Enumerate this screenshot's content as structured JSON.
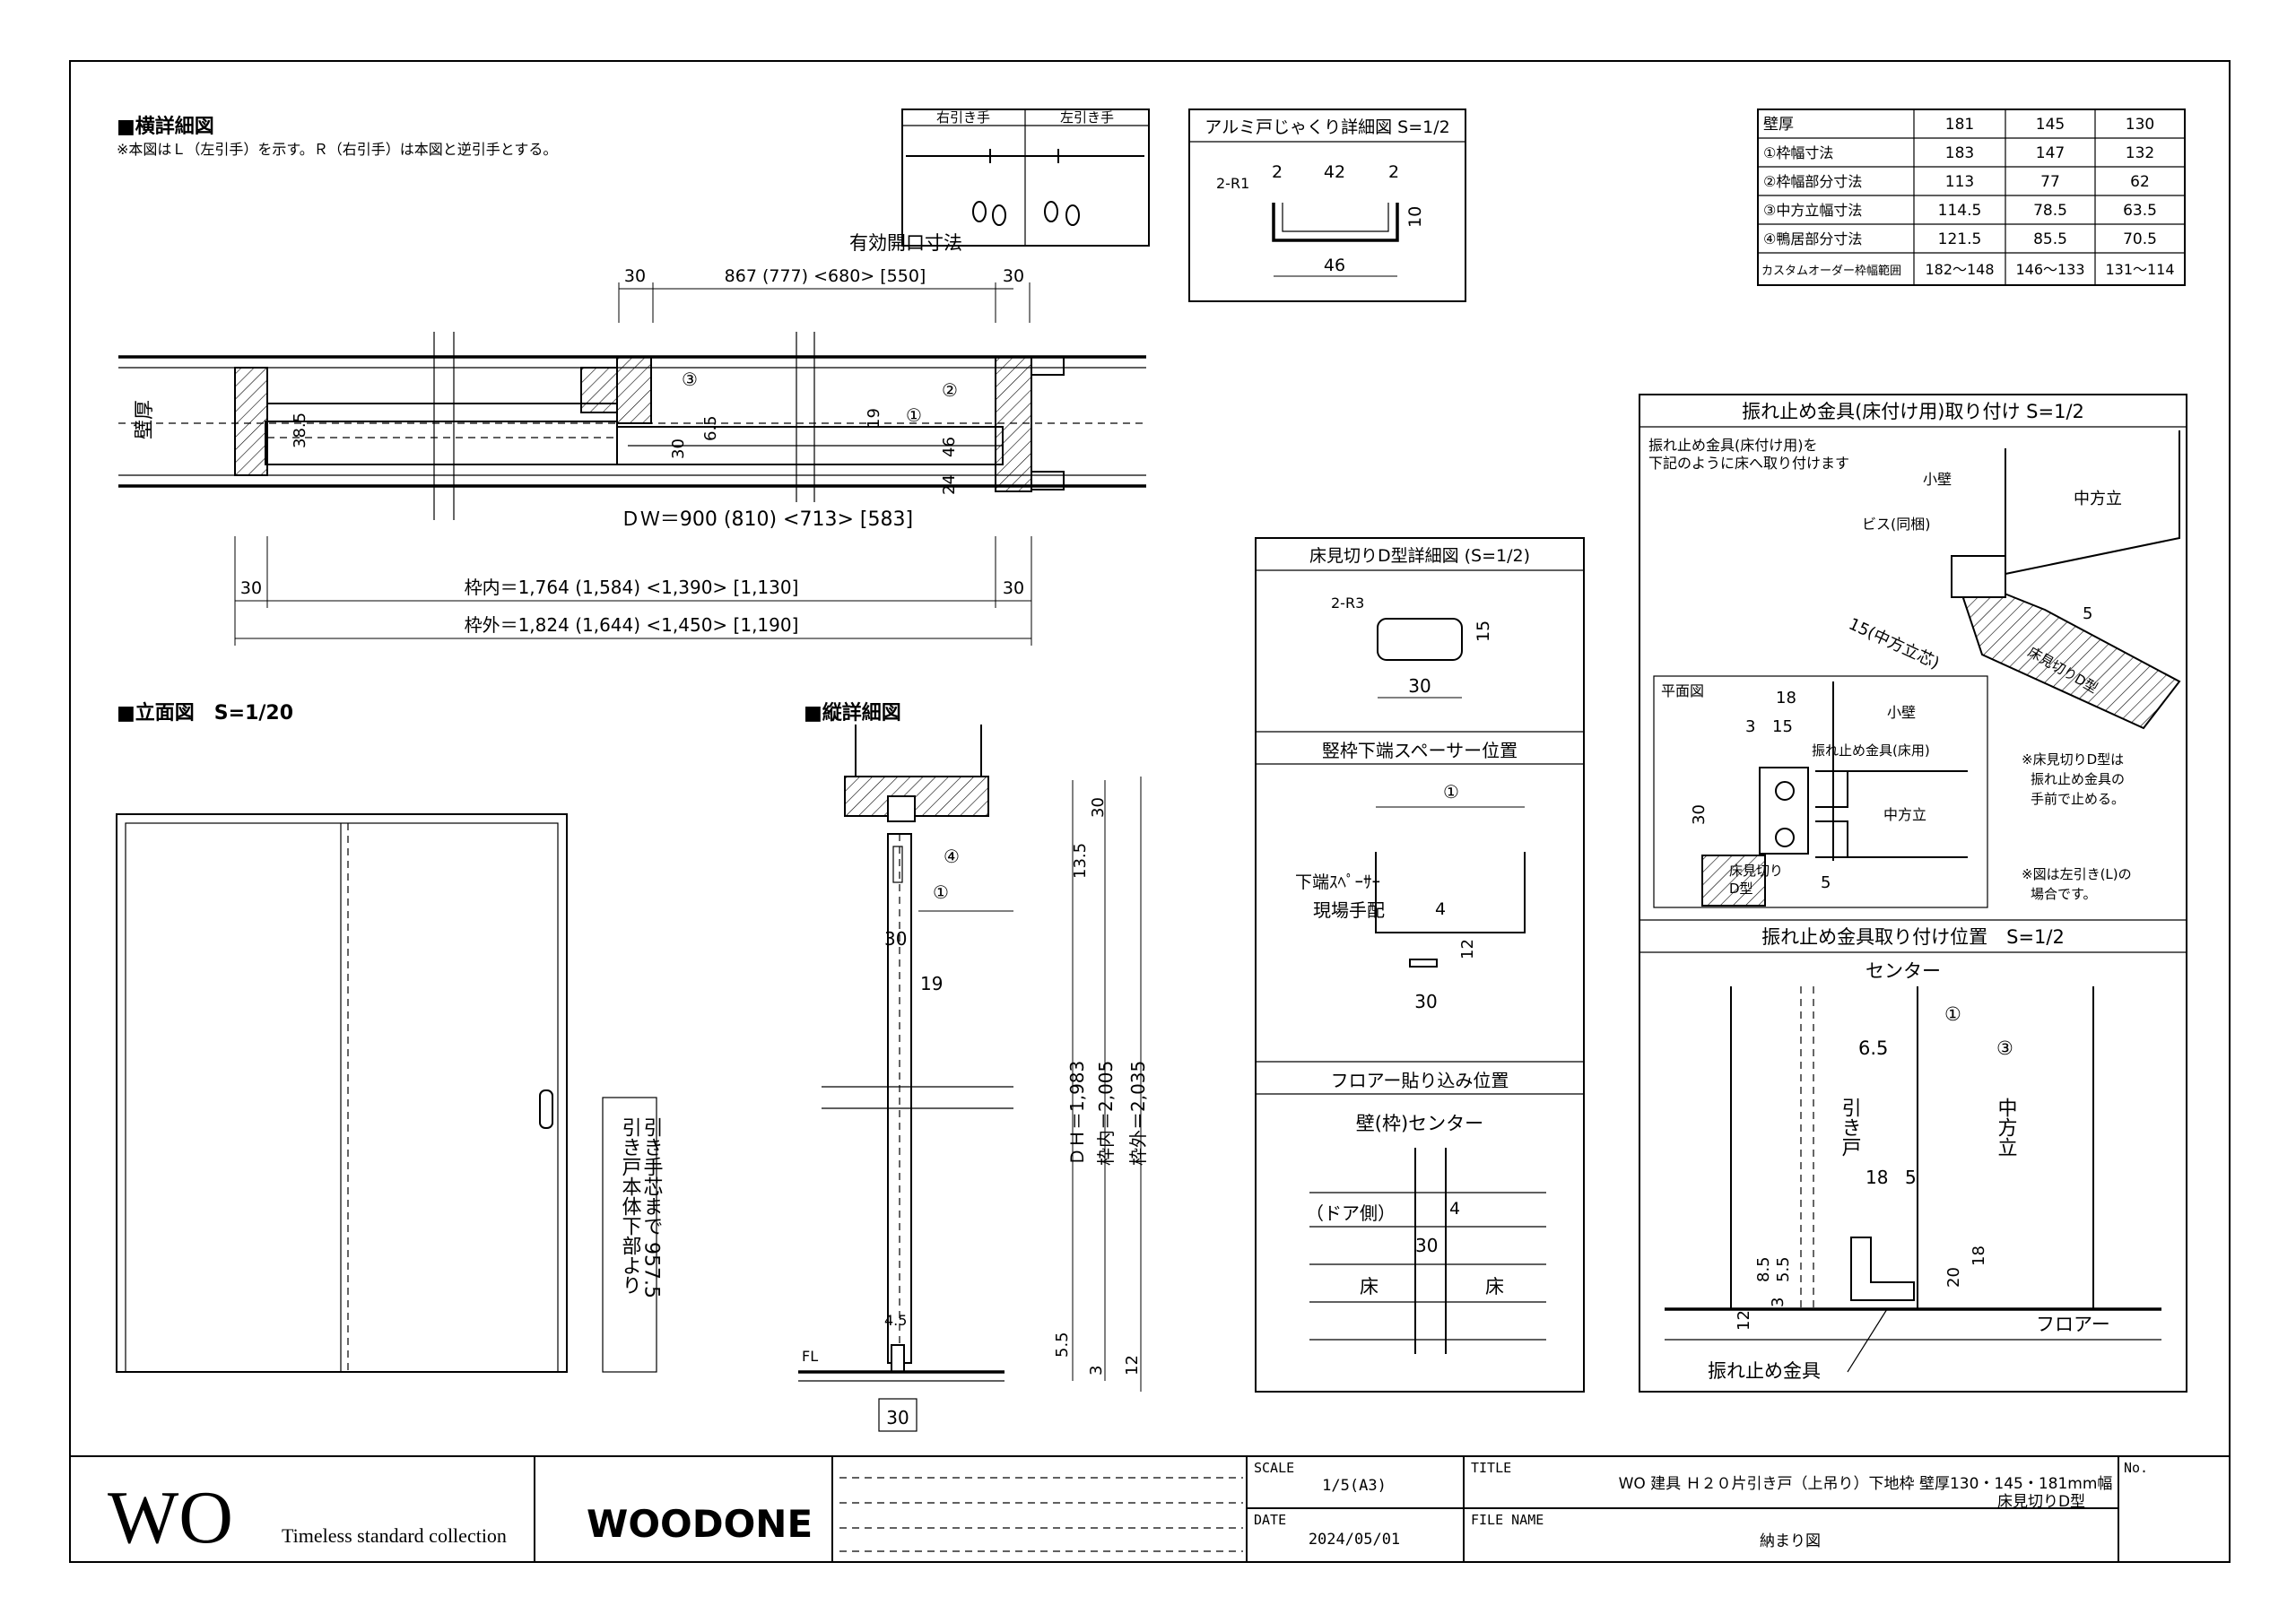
{
  "horizontal_detail": {
    "title": "■横詳細図",
    "note": "※本図はＬ（左引手）を示す。Ｒ（右引手）は本図と逆引手とする。",
    "effective_opening_label": "有効開口寸法",
    "dim_top_left": "30",
    "dim_top_mid": "867 (777) <680> [550]",
    "dim_top_right": "30",
    "wall_thickness": "壁厚",
    "dw": "ＤＷ＝900 (810) <713> [583]",
    "inner_left": "30",
    "inner": "枠内＝1,764 (1,584) <1,390> [1,130]",
    "inner_right": "30",
    "outer": "枠外＝1,824 (1,644) <1,450> [1,190]",
    "d_38_5": "38.5",
    "d_30": "30",
    "d_6_5": "6.5",
    "d_19": "19",
    "d_46": "46",
    "d_24": "24",
    "mark1": "①",
    "mark2": "②",
    "mark3": "③"
  },
  "handle_table": {
    "right": "右引き手",
    "left": "左引き手"
  },
  "alu_detail": {
    "title": "アルミ戸じゃくり詳細図 S=1/2",
    "r": "2-R1",
    "d2a": "2",
    "d42": "42",
    "d2b": "2",
    "d10": "10",
    "d46": "46"
  },
  "spec_table": {
    "headers": [
      "壁厚",
      "181",
      "145",
      "130"
    ],
    "rows": [
      [
        "①枠幅寸法",
        "183",
        "147",
        "132"
      ],
      [
        "②枠幅部分寸法",
        "113",
        "77",
        "62"
      ],
      [
        "③中方立幅寸法",
        "114.5",
        "78.5",
        "63.5"
      ],
      [
        "④鴨居部分寸法",
        "121.5",
        "85.5",
        "70.5"
      ],
      [
        "カスタムオーダー枠幅範囲",
        "182～148",
        "146～133",
        "131～114"
      ]
    ]
  },
  "elevation": {
    "title": "■立面図　S=1/20",
    "vertical_note_1": "引き戸本体下部より",
    "vertical_note_2": "引き手芯まで 957.5"
  },
  "vertical_detail": {
    "title": "■縦詳細図",
    "mark4": "④",
    "mark1": "①",
    "d30": "30",
    "d19": "19",
    "d4_5": "4.5",
    "fl": "FL",
    "bottom_30": "30",
    "d_top_30": "30",
    "d_13_5": "13.5",
    "dh": "ＤＨ＝1,983",
    "inner_h": "枠内＝2,005",
    "outer_h": "枠外＝2,035",
    "d_5_5": "5.5",
    "d_3": "3",
    "d_12": "12"
  },
  "floor_cut": {
    "title": "床見切りD型詳細図 (S=1/2)",
    "r": "2-R3",
    "d15": "15",
    "d30": "30"
  },
  "spacer": {
    "title": "竪枠下端スペーサー位置",
    "mark1": "①",
    "label1": "下端ｽﾍﾟｰｻｰ",
    "label2": "現場手配",
    "d4": "4",
    "d12": "12",
    "d30": "30"
  },
  "flooring": {
    "title": "フロアー貼り込み位置",
    "center": "壁(枠)センター",
    "door_side": "（ドア側）",
    "d4": "4",
    "d30": "30",
    "floor_l": "床",
    "floor_r": "床"
  },
  "stopper_install": {
    "title": "振れ止め金具(床付け用)取り付け S=1/2",
    "desc1": "振れ止め金具(床付け用)を",
    "desc2": "下記のように床へ取り付けます",
    "small_wall": "小壁",
    "screw": "ビス(同梱)",
    "mullion": "中方立",
    "d15": "15(中方立芯)",
    "d5": "5",
    "floor_cut": "床見切りD型",
    "plan": "平面図",
    "p18": "18",
    "p3": "3",
    "p15": "15",
    "p_small_wall": "小壁",
    "p_stopper": "振れ止め金具(床用)",
    "p30": "30",
    "p_mullion": "中方立",
    "p_floorcut1": "床見切り",
    "p_floorcut2": "D型",
    "p5": "5",
    "note1a": "※床見切りD型は",
    "note1b": "振れ止め金具の",
    "note1c": "手前で止める。",
    "note2a": "※図は左引き(L)の",
    "note2b": "場合です。"
  },
  "stopper_pos": {
    "title": "振れ止め金具取り付け位置　S=1/2",
    "center": "センター",
    "mark1": "①",
    "d6_5": "6.5",
    "mark3": "③",
    "door": "引き戸",
    "mullion": "中方立",
    "d18": "18",
    "d5": "5",
    "d8_5": "8.5",
    "d5_5": "5.5",
    "d3": "3",
    "d20": "20",
    "d18b": "18",
    "d12": "12",
    "floor": "フロアー",
    "stopper": "振れ止め金具"
  },
  "title_block": {
    "brand": "WO",
    "tagline": "Timeless standard collection",
    "logo": "WOODONE",
    "scale_label": "SCALE",
    "scale": "1/5(A3)",
    "date_label": "DATE",
    "date": "2024/05/01",
    "title_label": "TITLE",
    "title_line1": "WO 建具 Ｈ２０片引き戸（上吊り）下地枠 壁厚130・145・181mm幅",
    "title_line2": "床見切りD型",
    "file_label": "FILE NAME",
    "file": "納まり図",
    "no_label": "No."
  }
}
